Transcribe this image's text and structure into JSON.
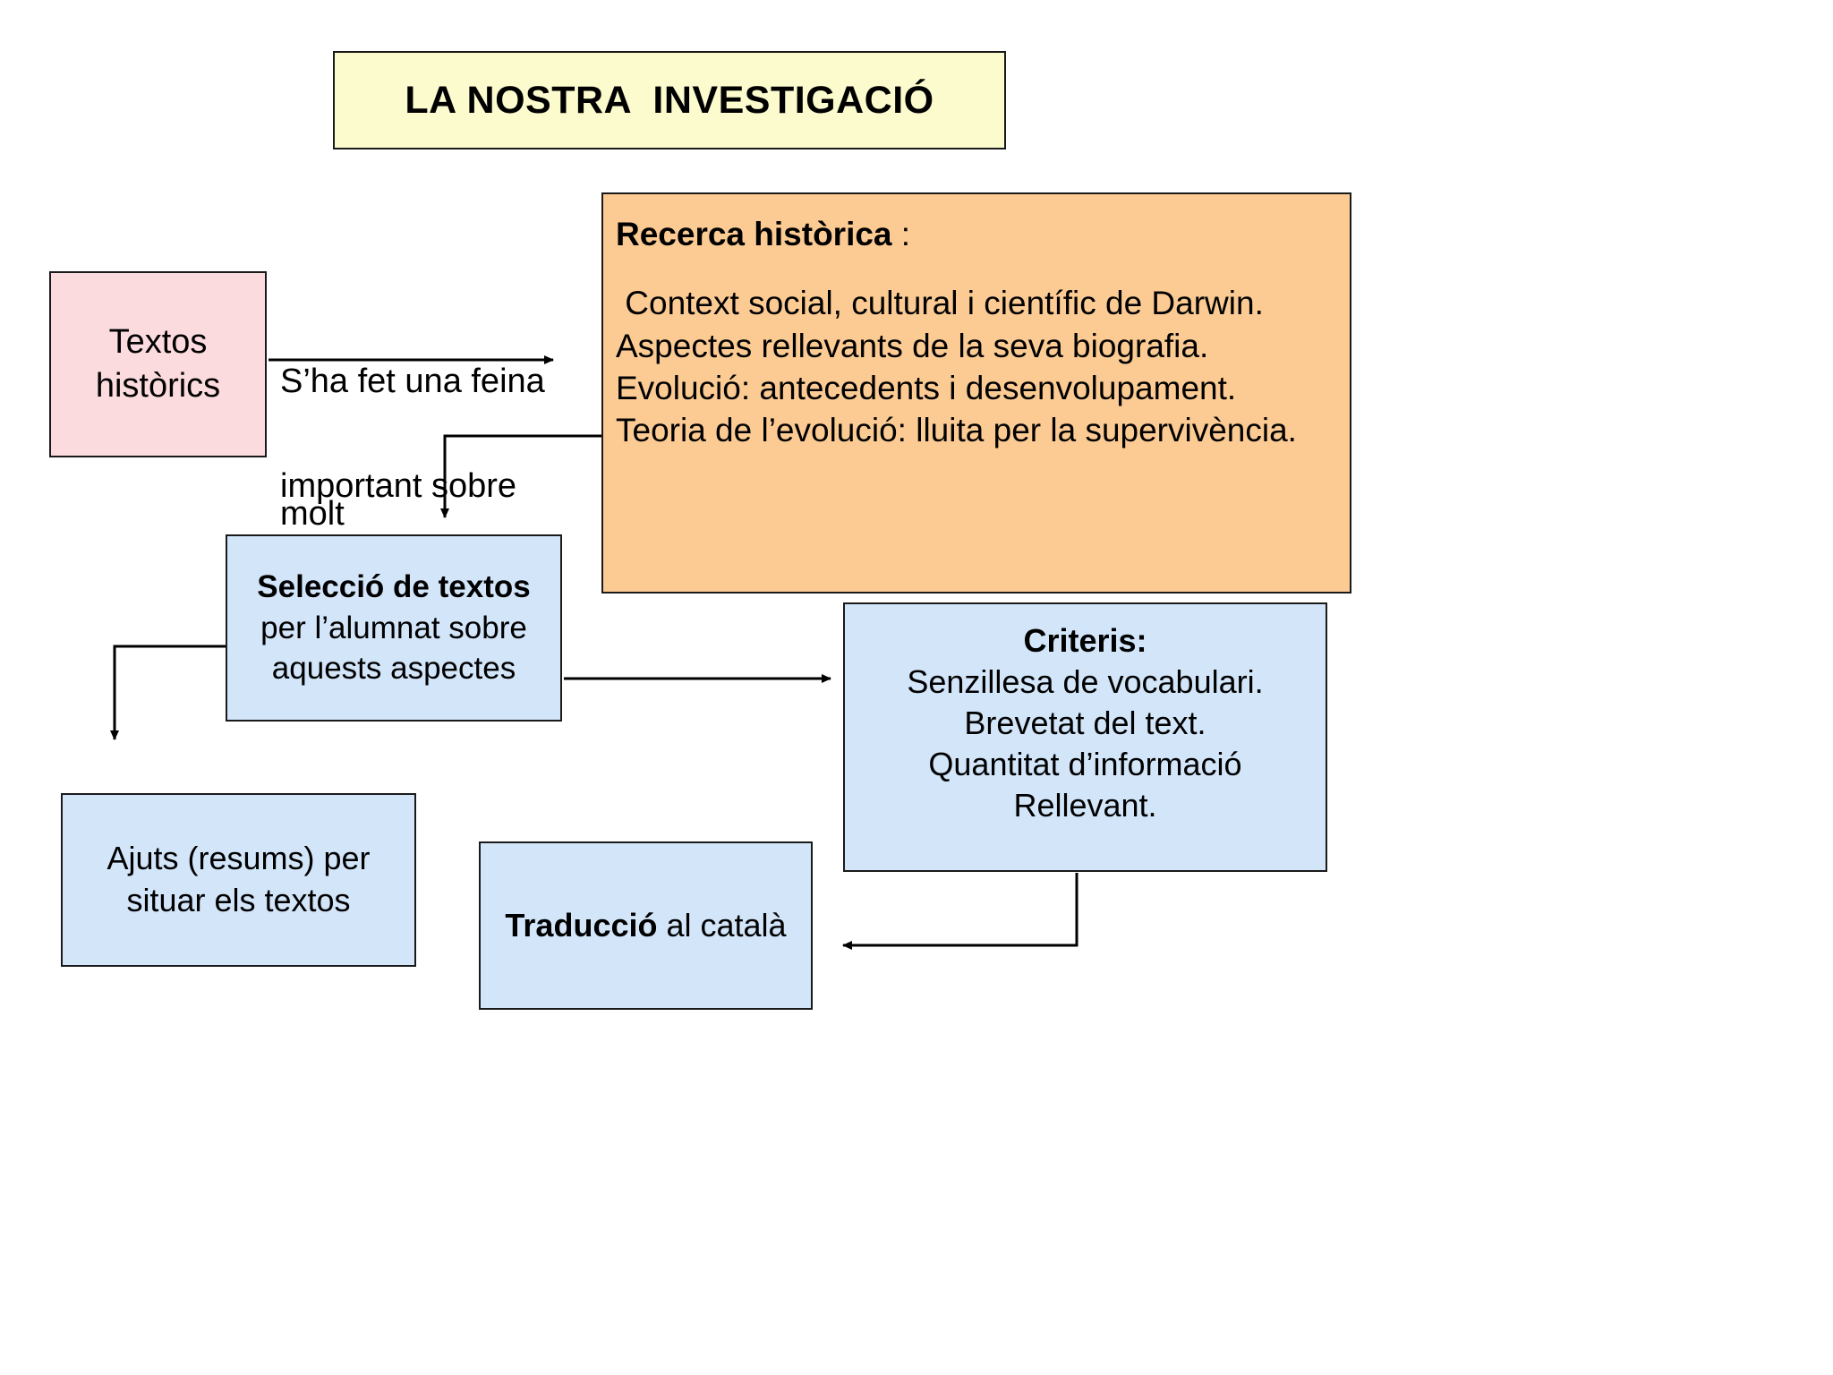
{
  "title": {
    "text": "LA NOSTRA  INVESTIGACIÓ"
  },
  "nodes": {
    "textos_historics": {
      "line1": "Textos",
      "line2": "històrics"
    },
    "connector_label": {
      "line1": "S’ha fet una feina",
      "line2": "molt",
      "line3": "important sobre"
    },
    "recerca_historica": {
      "heading_bold": "Recerca històrica",
      "heading_rest": " :",
      "items": [
        " Context social, cultural i científic de Darwin.",
        "Aspectes rellevants de la seva biografia.",
        "Evolució: antecedents i desenvolupament.",
        "Teoria de l’evolució: lluita per la supervivència."
      ]
    },
    "seleccio_textos": {
      "line1": "Selecció de textos",
      "line2": "per l’alumnat sobre",
      "line3": "aquests aspectes"
    },
    "criteris": {
      "heading": "Criteris:",
      "items": [
        "Senzillesa de vocabulari.",
        "Brevetat del text.",
        "Quantitat d’informació",
        "Rellevant."
      ]
    },
    "ajuts": {
      "line1": "Ajuts (resums) per",
      "line2": "situar els textos"
    },
    "traduccio": {
      "bold": "Traducció",
      "rest": " al català"
    }
  },
  "colors": {
    "title_bg": "#fbfbcd",
    "pink_bg": "#fcdbdf",
    "orange_bg": "#fccb93",
    "blue_bg": "#d2e5f9",
    "border": "#1a1a1a",
    "text": "#000000"
  }
}
